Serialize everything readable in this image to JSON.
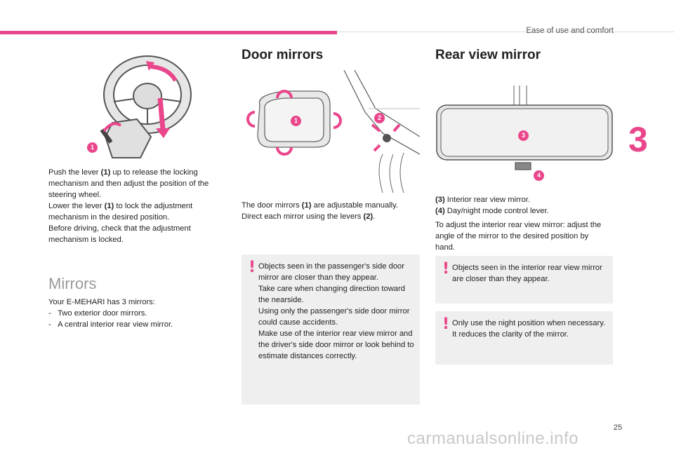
{
  "header": {
    "section": "Ease of use and comfort",
    "chapter": "3",
    "page": "25"
  },
  "col1": {
    "figure_label": "1",
    "intro": [
      {
        "pre": "Push the lever ",
        "b": "(1)",
        "post": " up to release the locking mechanism and then adjust the position of the steering wheel."
      },
      {
        "pre": "Lower the lever ",
        "b": "(1)",
        "post": " to lock the adjustment mechanism in the desired position."
      },
      {
        "pre": "Before driving, check that the adjustment mechanism is locked.",
        "b": "",
        "post": ""
      }
    ],
    "mirrors_title": "Mirrors",
    "mirrors_intro": "Your E-MEHARI has 3 mirrors:",
    "mirrors_list": [
      "Two exterior door mirrors.",
      "A central interior rear view mirror."
    ]
  },
  "col2": {
    "title": "Door mirrors",
    "labels": [
      "1",
      "2"
    ],
    "text_pre": "The door mirrors ",
    "text_b1": "(1)",
    "text_mid": " are adjustable manually. Direct each mirror using the levers ",
    "text_b2": "(2)",
    "text_post": ".",
    "warning": "Objects seen in the passenger's side door mirror are closer than they appear.\nTake care when changing direction toward the nearside.\nUsing only the passenger's side door mirror could cause accidents.\nMake use of the interior rear view mirror and the driver's side door mirror or look behind to estimate distances correctly."
  },
  "col3": {
    "title": "Rear view mirror",
    "labels": [
      "3",
      "4"
    ],
    "legend": [
      {
        "b": "(3)",
        "text": " Interior rear view mirror."
      },
      {
        "b": "(4)",
        "text": " Day/night mode control lever."
      }
    ],
    "text": "To adjust the interior rear view mirror: adjust the angle of the mirror to the desired position by hand.",
    "warning1": "Objects seen in the interior rear view mirror are closer than they appear.",
    "warning2": "Only use the night position when necessary.\nIt reduces the clarity of the mirror."
  },
  "watermark": "carmanualsonline.info",
  "colors": {
    "accent": "#e9468b",
    "warning_bg": "#efefef"
  }
}
